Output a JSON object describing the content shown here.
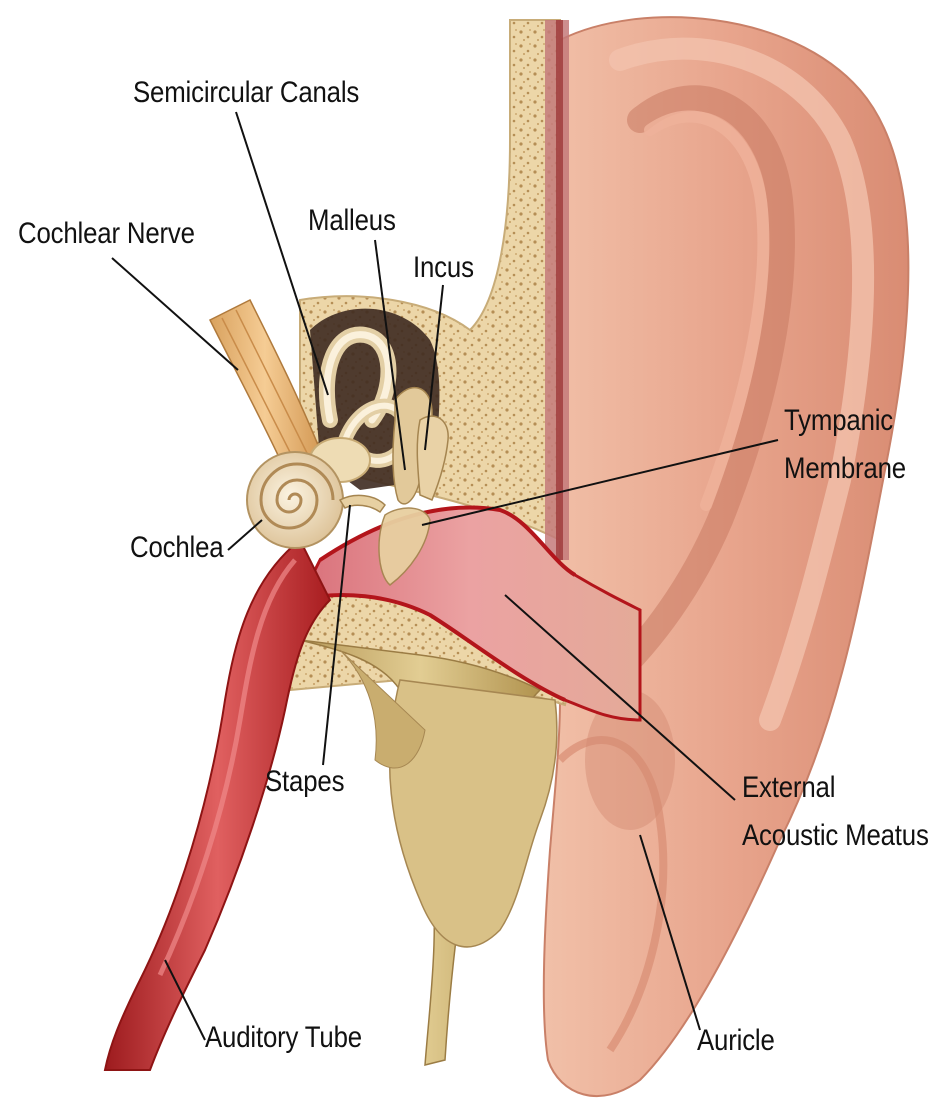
{
  "labels": {
    "semicircular_canals": "Semicircular Canals",
    "cochlear_nerve": "Cochlear Nerve",
    "malleus": "Malleus",
    "incus": "Incus",
    "tympanic_membrane_line1": "Tympanic",
    "tympanic_membrane_line2": "Membrane",
    "cochlea": "Cochlea",
    "stapes": "Stapes",
    "external_acoustic_meatus_line1": "External",
    "external_acoustic_meatus_line2": "Acoustic Meatus",
    "auditory_tube": "Auditory Tube",
    "auricle": "Auricle"
  },
  "colors": {
    "skin": "#e8a58d",
    "skin_dark": "#c98068",
    "bone": "#ecd9b0",
    "bone_dark": "#c9b07a",
    "canal": "#e59a9a",
    "canal_wall": "#b3151b",
    "tube": "#c0392b",
    "nerve": "#e9b87a",
    "ink": "#111111"
  }
}
